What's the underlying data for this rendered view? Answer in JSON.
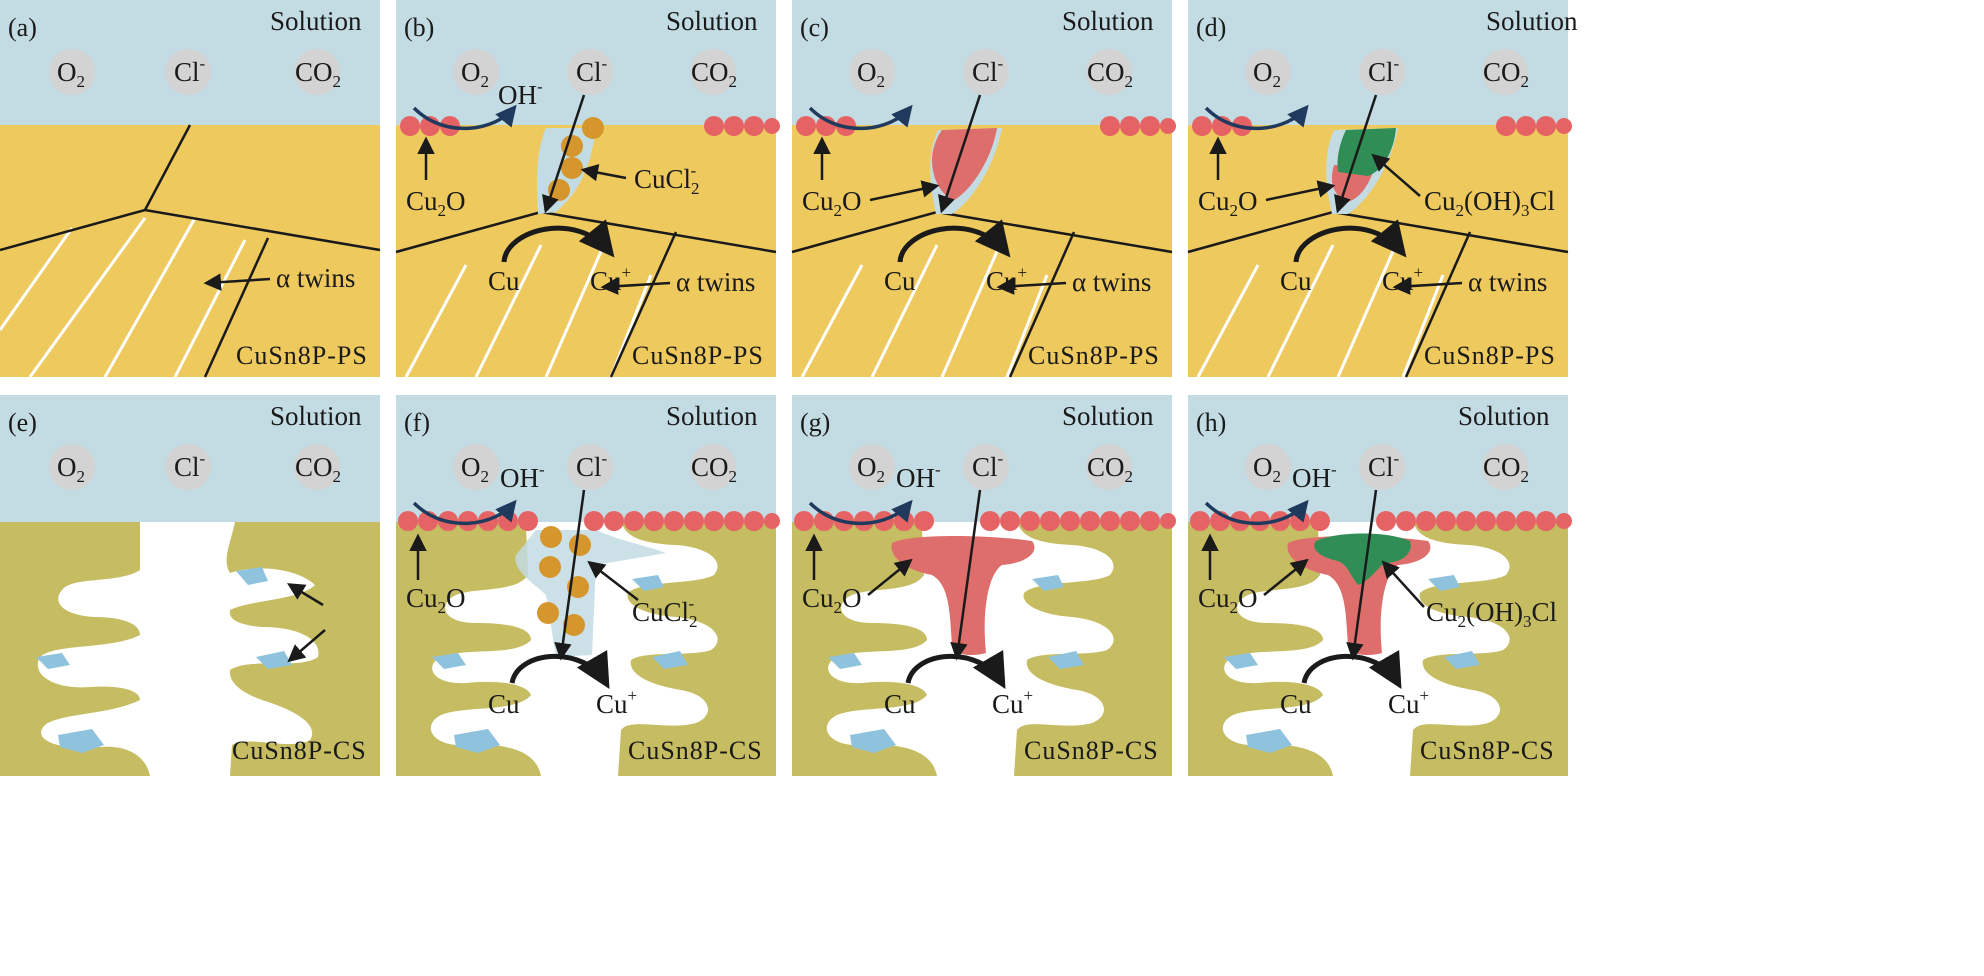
{
  "figure": {
    "colors": {
      "solution": "#c3dce3",
      "alloy_ps": "#eec95e",
      "alloy_cs": "#c6bc62",
      "oxide_dot": "#e66365",
      "red_product": "#de6e6c",
      "green_product": "#2f8d55",
      "cucl2_dot": "#d4962d",
      "ion_bubble": "#d3d3d3",
      "blue_inclusion": "#8ec2dd",
      "stroke": "#1a1a1a"
    },
    "common": {
      "solution": "Solution",
      "o2": "O",
      "o2_sub": "2",
      "cl": "Cl",
      "cl_sup": "-",
      "co2": "CO",
      "co2_sub": "2",
      "oh": "OH",
      "oh_sup": "-",
      "cu2o": "Cu",
      "cu2o_sub": "2",
      "cu2o_tail": "O",
      "cu": "Cu",
      "cu_plus": "Cu",
      "cu_plus_sup": "+",
      "twins": "α twins",
      "cucl2": "CuCl",
      "cucl2_sub": "2",
      "cucl2_sup": "-",
      "cu2oh3cl_a": "Cu",
      "cu2oh3cl_sub": "2",
      "cu2oh3cl_b": "(OH)",
      "cu2oh3cl_sub2": "3",
      "cu2oh3cl_c": "Cl",
      "ps": "CuSn8P-PS",
      "cs": "CuSn8P-CS"
    },
    "panels": [
      {
        "tag": "(a)"
      },
      {
        "tag": "(b)"
      },
      {
        "tag": "(c)"
      },
      {
        "tag": "(d)"
      },
      {
        "tag": "(e)"
      },
      {
        "tag": "(f)"
      },
      {
        "tag": "(g)"
      },
      {
        "tag": "(h)"
      }
    ]
  }
}
